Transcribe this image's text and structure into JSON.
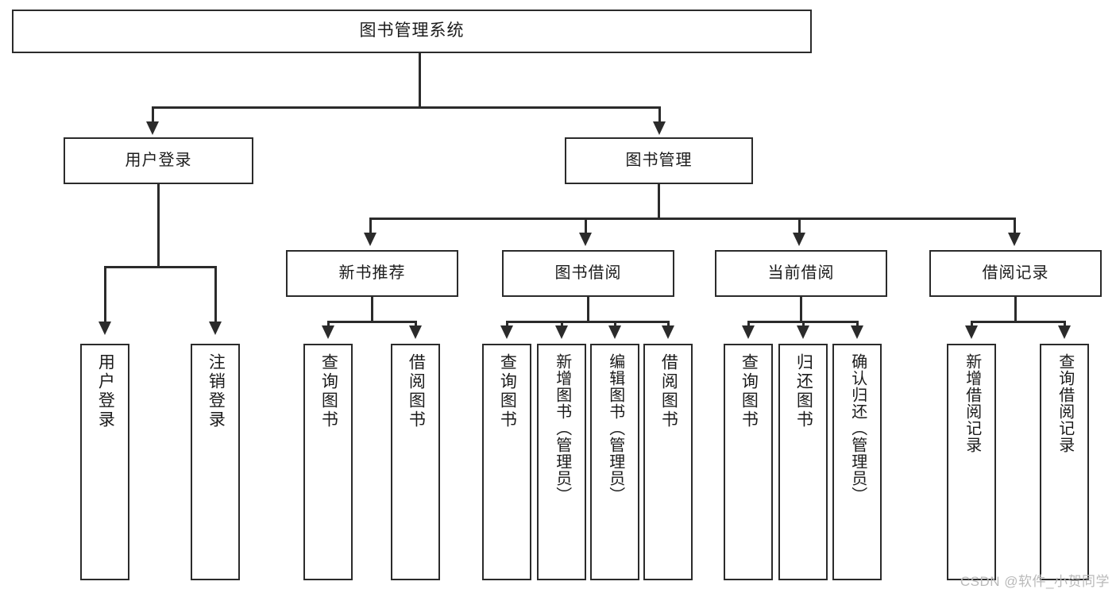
{
  "diagram": {
    "title": "图书管理系统",
    "type": "tree",
    "watermark": "CSDN @软件_小贺同学",
    "colors": {
      "border": "#2b2b2b",
      "background": "#ffffff",
      "text": "#1b1b1b",
      "watermark": "#b9b9b9"
    },
    "nodes": {
      "root": {
        "label": "图书管理系统"
      },
      "level2": [
        {
          "label": "用户登录"
        },
        {
          "label": "图书管理"
        }
      ],
      "level3": [
        {
          "label": "新书推荐"
        },
        {
          "label": "图书借阅"
        },
        {
          "label": "当前借阅"
        },
        {
          "label": "借阅记录"
        }
      ],
      "leaves": [
        {
          "label": "用户登录"
        },
        {
          "label": "注销登录"
        },
        {
          "label": "查询图书"
        },
        {
          "label": "借阅图书"
        },
        {
          "label": "查询图书"
        },
        {
          "label": "新增图书（管理员）"
        },
        {
          "label": "编辑图书（管理员）"
        },
        {
          "label": "借阅图书"
        },
        {
          "label": "查询图书"
        },
        {
          "label": "归还图书"
        },
        {
          "label": "确认归还（管理员）"
        },
        {
          "label": "新增借阅记录"
        },
        {
          "label": "查询借阅记录"
        }
      ]
    }
  }
}
